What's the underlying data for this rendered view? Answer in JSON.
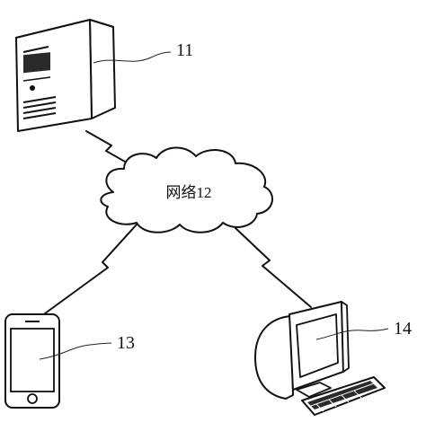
{
  "diagram": {
    "network_label": "网络12",
    "server_label": "11",
    "phone_label": "13",
    "computer_label": "14"
  }
}
